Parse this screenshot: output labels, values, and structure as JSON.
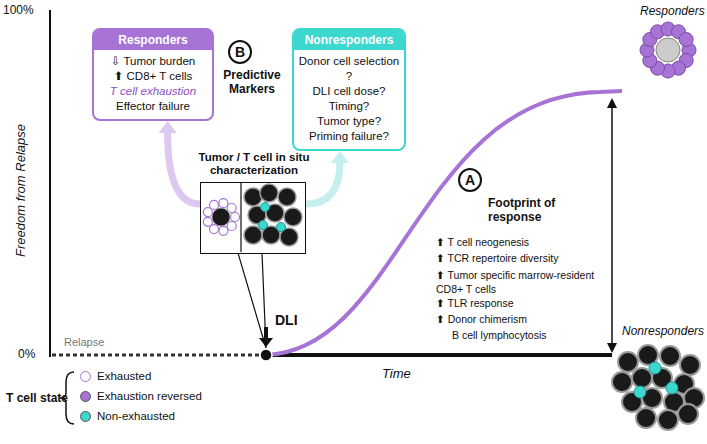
{
  "diagram": {
    "nodes": [
      {
        "text": [
          "Responders",
          "⇩ Tumor burden",
          "⬆ CD8+ T cells",
          "T cell exhaustion",
          "Effector failure"
        ]
      },
      {
        "text": [
          "Nonresponders",
          "Donor cell selection ?",
          "DLI cell dose?",
          "Timing?",
          "Tumor type?",
          "Priming failure?"
        ]
      },
      {
        "text": [
          "B",
          "Predictive Markers"
        ]
      },
      {
        "text": [
          "A"
        ]
      },
      {
        "text": [
          "Tumor / T cell in situ characterization"
        ]
      }
    ],
    "edges": [
      {
        "from": 4,
        "to": 0,
        "arrow": "to"
      },
      {
        "from": 4,
        "to": 1,
        "arrow": "to"
      }
    ],
    "labels": [
      "100%",
      "0%",
      "Freedom from Relapse",
      "Relapse",
      "DLI",
      "Time",
      "Responders",
      "Nonresponders",
      "Footprint of response",
      "⬆ T cell neogenesis",
      "⬆ TCR repertoire diversity",
      "⬆ Tumor specific marrow-resident CD8+ T cells",
      "⬆ TLR response",
      "⬆ Donor chimerism",
      "B cell lymphocytosis",
      "T cell state"
    ],
    "legend": [
      {
        "text": "Exhausted"
      },
      {
        "text": "Exhaustion reversed",
        "color": "#a774d6"
      },
      {
        "text": "Non-exhausted",
        "color": "#3cd8d0"
      }
    ]
  }
}
